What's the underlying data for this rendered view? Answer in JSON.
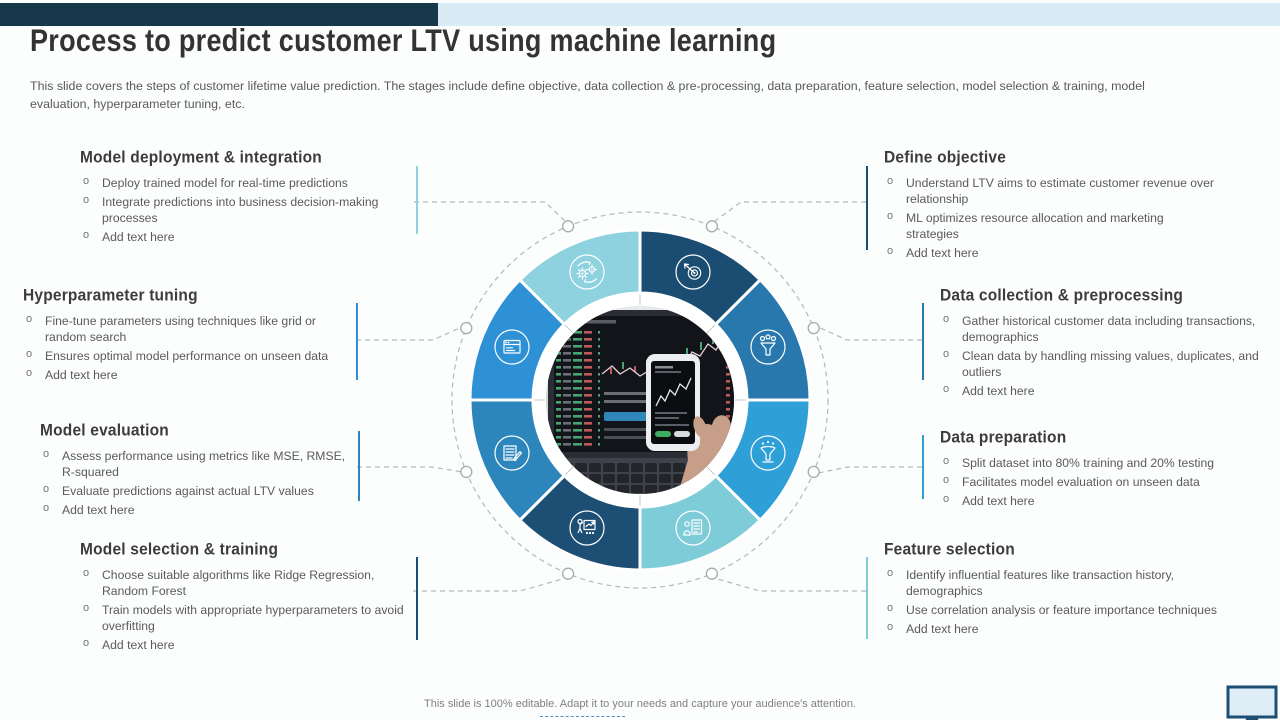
{
  "slide": {
    "title": "Process to predict customer LTV using machine learning",
    "subtitle": "This slide covers the steps of customer lifetime value prediction. The stages include define objective, data collection & pre-processing, data preparation, feature selection, model selection & training, model evaluation, hyperparameter tuning, etc.",
    "footer": "This slide is 100% editable. Adapt it to your needs and capture your audience's attention."
  },
  "colors": {
    "top_bar_dark": "#17384a",
    "top_bar_light": "#d9ecf6",
    "connector_gray": "#b3b8bd",
    "monitor_frame": "#1d4e74",
    "monitor_screen": "#dfeef6"
  },
  "stages": [
    {
      "title": "Define objective",
      "icon": "target-icon",
      "color": "#1b4d72",
      "bullets": [
        "Understand LTV aims to estimate customer revenue over relationship",
        "ML optimizes resource allocation and marketing strategies",
        "Add text here"
      ]
    },
    {
      "title": "Data collection & preprocessing",
      "icon": "funnel-coins-icon",
      "color": "#2878ad",
      "bullets": [
        "Gather historical customer data including transactions, demographics",
        "Clean data by handling missing values, duplicates, and outliers",
        "Add text here"
      ]
    },
    {
      "title": "Data preparation",
      "icon": "funnel-filter-icon",
      "color": "#2f9fd7",
      "bullets": [
        "Split dataset into 80% training and 20% testing",
        "Facilitates model evaluation on unseen data",
        "Add text here"
      ]
    },
    {
      "title": "Feature selection",
      "icon": "clipboard-person-icon",
      "color": "#7fccd9",
      "bullets": [
        "Identify influential features like transaction history, demographics",
        "Use correlation analysis or feature importance techniques",
        "Add text here"
      ]
    },
    {
      "title": "Model selection & training",
      "icon": "presenter-chart-icon",
      "color": "#1d4f74",
      "bullets": [
        "Choose suitable algorithms like Ridge Regression, Random Forest",
        "Train models with appropriate hyperparameters to avoid overfitting",
        "Add text here"
      ]
    },
    {
      "title": "Model evaluation",
      "icon": "notepad-pencil-icon",
      "color": "#2d86bb",
      "bullets": [
        "Assess performance using metrics like MSE, RMSE, R-squared",
        "Evaluate predictions against actual LTV values",
        "Add text here"
      ]
    },
    {
      "title": "Hyperparameter tuning",
      "icon": "profile-card-icon",
      "color": "#2e91d6",
      "bullets": [
        "Fine-tune parameters using techniques like grid or random search",
        "Ensures optimal model performance on unseen data",
        "Add text here"
      ]
    },
    {
      "title": "Model deployment & integration",
      "icon": "gears-sync-icon",
      "color": "#8ed2e0",
      "bullets": [
        "Deploy trained model for real-time predictions",
        "Integrate predictions into business decision-making processes",
        "Add text here"
      ]
    }
  ]
}
